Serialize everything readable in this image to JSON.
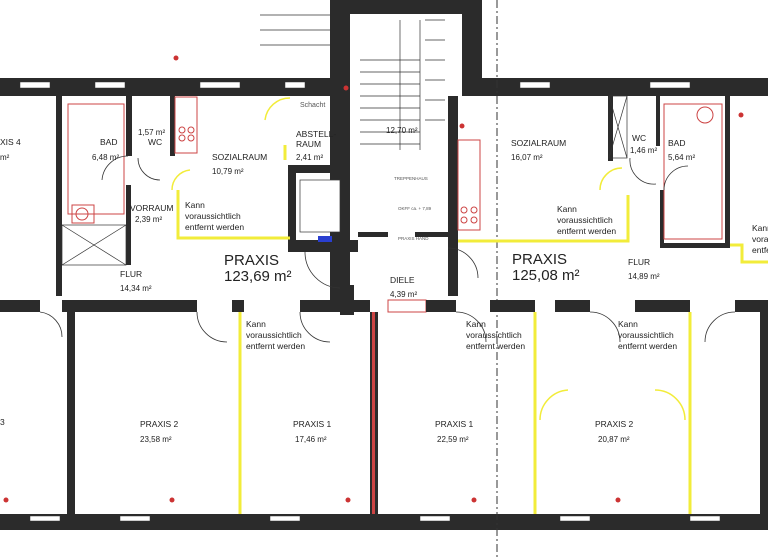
{
  "plan": {
    "left_edge": {
      "name": "XIS 4",
      "area": "m²",
      "bottom_name": "3"
    },
    "left_unit": {
      "title": "PRAXIS",
      "area": "123,69 m²",
      "rooms": [
        {
          "name": "BAD",
          "area": "6,48 m²"
        },
        {
          "name": "WC",
          "area": "1,57 m²"
        },
        {
          "name": "SOZIALRAUM",
          "area": "10,79 m²"
        },
        {
          "name": "ABSTELL-",
          "name2": "RAUM",
          "area": "2,41 m²"
        },
        {
          "name": "VORRAUM",
          "area": "2,39 m²"
        },
        {
          "name": "FLUR",
          "area": "14,34 m²"
        },
        {
          "name": "PRAXIS 2",
          "area": "23,58 m²"
        },
        {
          "name": "PRAXIS 1",
          "area": "17,46 m²"
        }
      ]
    },
    "core": {
      "stair_area": "12,70 m²",
      "stair_label": "TREPPENHAUS",
      "level_label": "OKFF ca. + 7,89",
      "shaft_label": "Schacht",
      "small_label": "PRAXIS HAND",
      "diele": {
        "name": "DIELE",
        "area": "4,39 m²"
      }
    },
    "right_unit": {
      "title": "PRAXIS",
      "area": "125,08 m²",
      "rooms": [
        {
          "name": "SOZIALRAUM",
          "area": "16,07 m²"
        },
        {
          "name": "WC",
          "area": "1,46 m²"
        },
        {
          "name": "BAD",
          "area": "5,64 m²"
        },
        {
          "name": "FLUR",
          "area": "14,89 m²"
        },
        {
          "name": "PRAXIS 1",
          "area": "22,59 m²"
        },
        {
          "name": "PRAXIS 2",
          "area": "20,87 m²"
        }
      ]
    },
    "note": {
      "line1": "Kann",
      "line2": "voraussichtlich",
      "line3": "entfernt werden"
    },
    "colors": {
      "wall": "#2b2b2b",
      "removable_wall": "#f2ec3a",
      "sanitary": "#c44444"
    }
  }
}
